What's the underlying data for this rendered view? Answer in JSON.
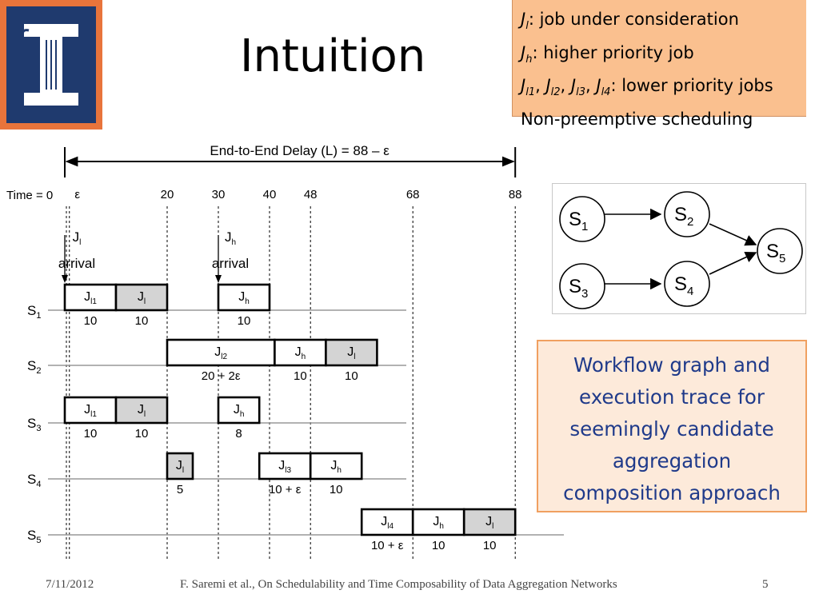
{
  "slide": {
    "title": "Intuition",
    "legend": {
      "l1_sub": "l",
      "l1_text": ": job under consideration",
      "l2_sub": "h",
      "l2_text": ": higher priority job",
      "l3_sub1": "l1",
      "l3_sub2": "l2",
      "l3_sub3": "l3",
      "l3_sub4": "l4",
      "l3_text": ": lower priority jobs",
      "l4_text": "Non-preemptive scheduling"
    },
    "callout": [
      "Workflow graph and",
      "execution trace for",
      "seemingly candidate",
      "aggregation",
      "composition approach"
    ],
    "footer": {
      "date": "7/11/2012",
      "citation": "F. Saremi et al., On Schedulability and Time Composability of Data Aggregation Networks",
      "page": "5"
    }
  },
  "workflow_graph": {
    "nodes": [
      {
        "id": "S1",
        "label": "S",
        "sub": "1"
      },
      {
        "id": "S2",
        "label": "S",
        "sub": "2"
      },
      {
        "id": "S3",
        "label": "S",
        "sub": "3"
      },
      {
        "id": "S4",
        "label": "S",
        "sub": "4"
      },
      {
        "id": "S5",
        "label": "S",
        "sub": "5"
      }
    ],
    "edges": [
      [
        "S1",
        "S2"
      ],
      [
        "S3",
        "S4"
      ],
      [
        "S2",
        "S5"
      ],
      [
        "S4",
        "S5"
      ]
    ]
  },
  "trace": {
    "delay_label": "End-to-End Delay (L) = 88 – ε",
    "time_prefix": "Time = 0",
    "ticks": [
      {
        "label": "ε",
        "t": 0.9
      },
      {
        "label": "20",
        "t": 20
      },
      {
        "label": "30",
        "t": 30
      },
      {
        "label": "40",
        "t": 40
      },
      {
        "label": "48",
        "t": 48
      },
      {
        "label": "68",
        "t": 68
      },
      {
        "label": "88",
        "t": 88
      }
    ],
    "arrivals": [
      {
        "job": "J",
        "sub": "l",
        "word": "arrival",
        "t": 0
      },
      {
        "job": "J",
        "sub": "h",
        "word": "arrival",
        "t": 30
      }
    ],
    "rows": [
      {
        "name": "S",
        "sub": "1",
        "jobs": [
          {
            "start": 0,
            "end": 10,
            "label": "J",
            "sub": "l1",
            "dur": "10",
            "shade": false
          },
          {
            "start": 10,
            "end": 20,
            "label": "J",
            "sub": "l",
            "dur": "10",
            "shade": true
          },
          {
            "start": 30,
            "end": 40,
            "label": "J",
            "sub": "h",
            "dur": "10",
            "shade": false
          }
        ]
      },
      {
        "name": "S",
        "sub": "2",
        "jobs": [
          {
            "start": 20,
            "end": 41,
            "label": "J",
            "sub": "l2",
            "dur": "20 + 2ε",
            "shade": false
          },
          {
            "start": 41,
            "end": 51,
            "label": "J",
            "sub": "h",
            "dur": "10",
            "shade": false
          },
          {
            "start": 51,
            "end": 61,
            "label": "J",
            "sub": "l",
            "dur": "10",
            "shade": true
          }
        ]
      },
      {
        "name": "S",
        "sub": "3",
        "jobs": [
          {
            "start": 0,
            "end": 10,
            "label": "J",
            "sub": "l1",
            "dur": "10",
            "shade": false
          },
          {
            "start": 10,
            "end": 20,
            "label": "J",
            "sub": "l",
            "dur": "10",
            "shade": true
          },
          {
            "start": 30,
            "end": 38,
            "label": "J",
            "sub": "h",
            "dur": "8",
            "shade": false
          }
        ]
      },
      {
        "name": "S",
        "sub": "4",
        "jobs": [
          {
            "start": 20,
            "end": 25,
            "label": "J",
            "sub": "l",
            "dur": "5",
            "shade": true
          },
          {
            "start": 38,
            "end": 48,
            "label": "J",
            "sub": "l3",
            "dur": "10 + ε",
            "shade": false
          },
          {
            "start": 48,
            "end": 58,
            "label": "J",
            "sub": "h",
            "dur": "10",
            "shade": false
          }
        ]
      },
      {
        "name": "S",
        "sub": "5",
        "jobs": [
          {
            "start": 58,
            "end": 68,
            "label": "J",
            "sub": "l4",
            "dur": "10 + ε",
            "shade": false
          },
          {
            "start": 68,
            "end": 78,
            "label": "J",
            "sub": "h",
            "dur": "10",
            "shade": false
          },
          {
            "start": 78,
            "end": 88,
            "label": "J",
            "sub": "l",
            "dur": "10",
            "shade": true
          }
        ]
      }
    ]
  }
}
